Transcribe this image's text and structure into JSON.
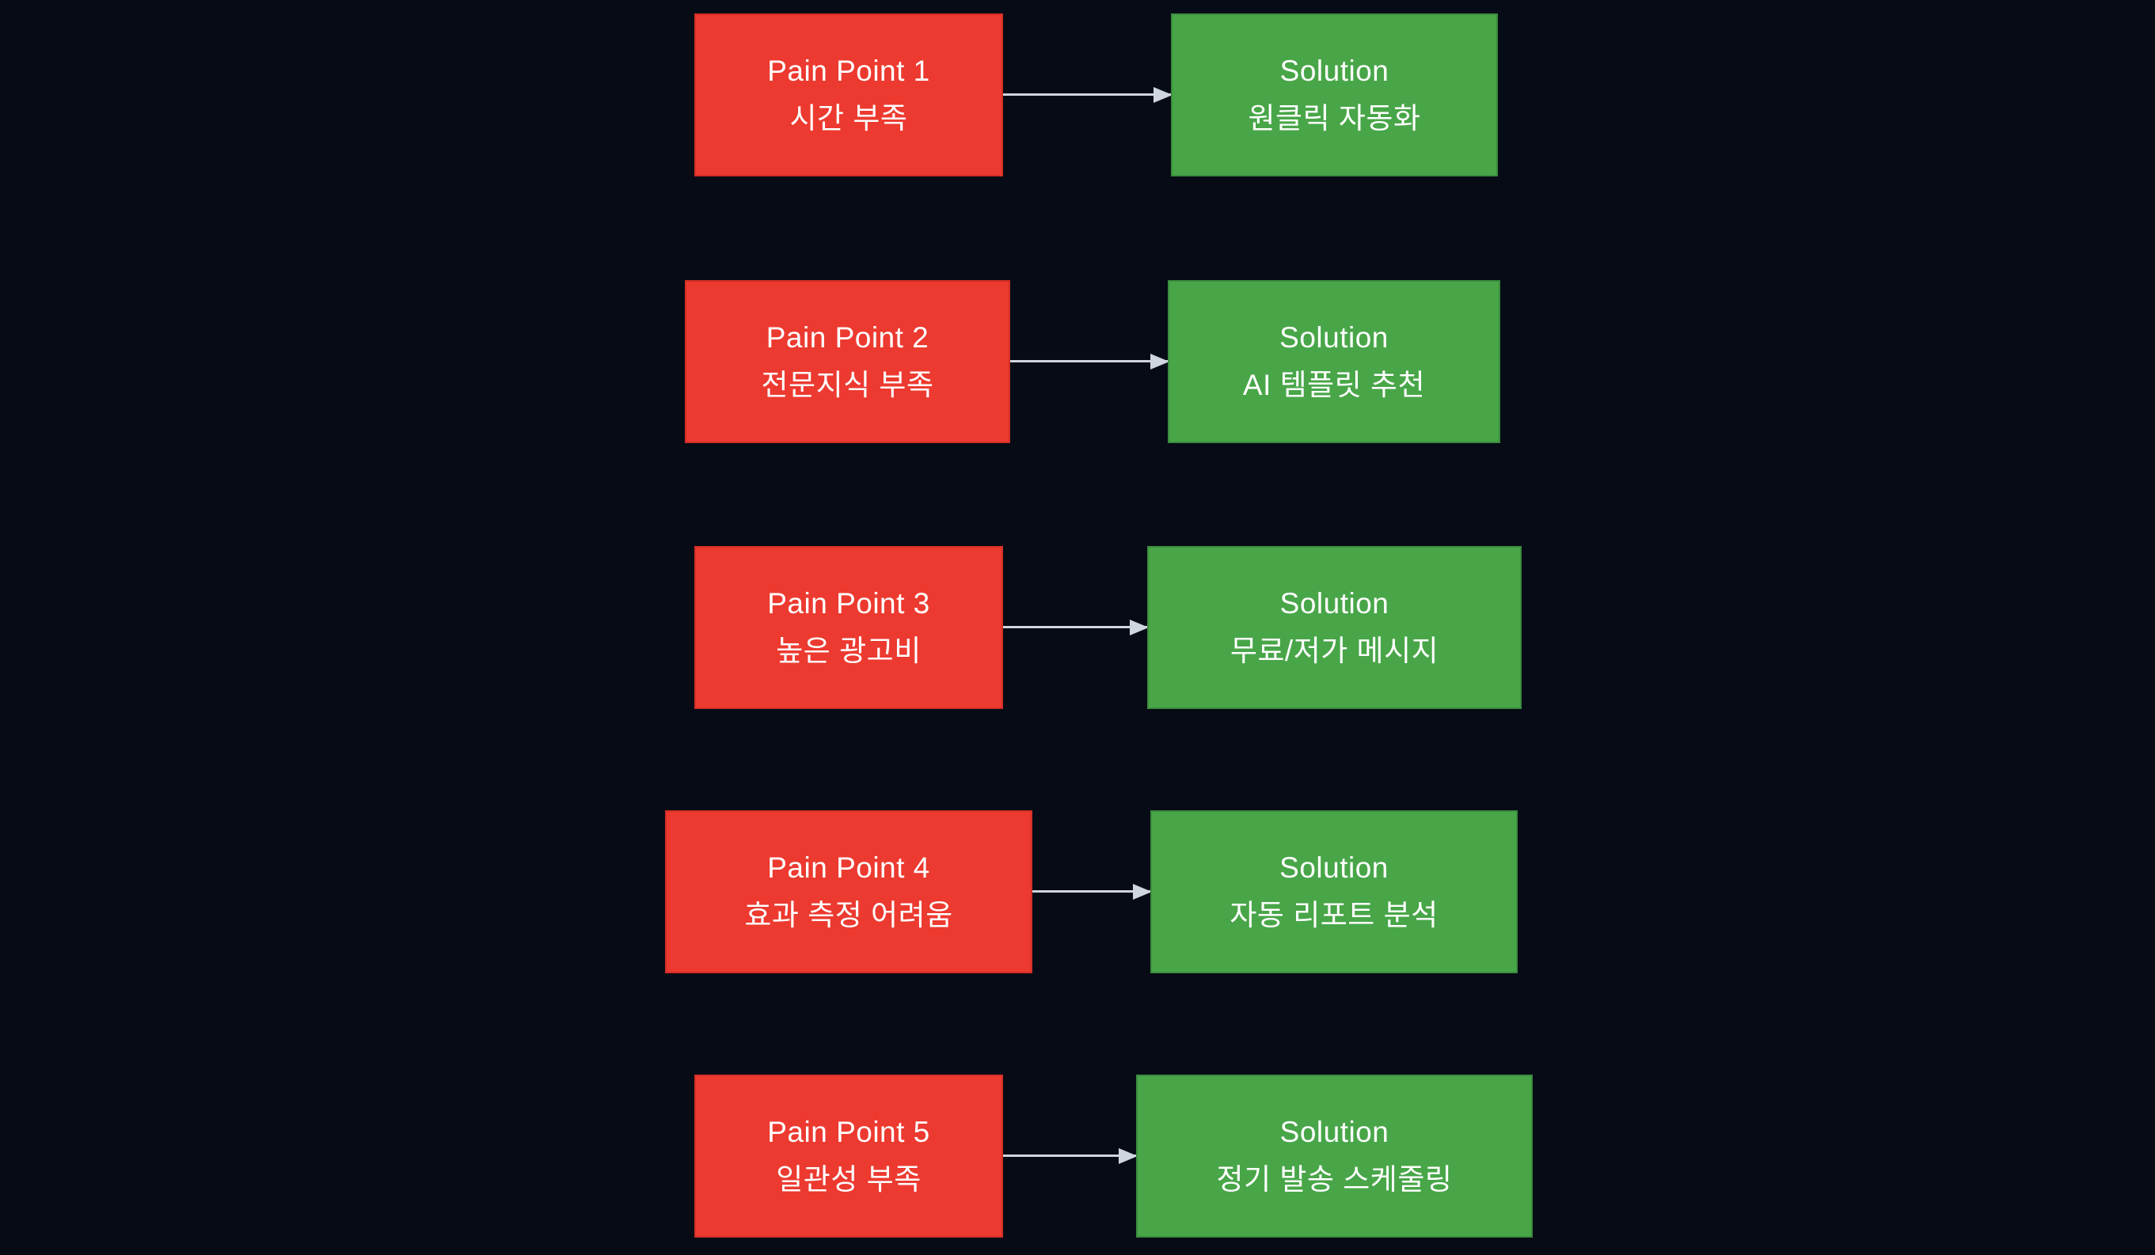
{
  "diagram": {
    "title": "Pain Point to Solution mapping flowchart",
    "colors": {
      "background": "#060b16",
      "pain_box": "#ec3a30",
      "solution_box": "#48a648",
      "arrow": "#cfd6de",
      "text": "#ffffff"
    },
    "rows": [
      {
        "pain": {
          "title": "Pain Point 1",
          "subtitle": "시간 부족"
        },
        "solution": {
          "title": "Solution",
          "subtitle": "원클릭 자동화"
        }
      },
      {
        "pain": {
          "title": "Pain Point 2",
          "subtitle": "전문지식 부족"
        },
        "solution": {
          "title": "Solution",
          "subtitle": "AI 템플릿 추천"
        }
      },
      {
        "pain": {
          "title": "Pain Point 3",
          "subtitle": "높은 광고비"
        },
        "solution": {
          "title": "Solution",
          "subtitle": "무료/저가 메시지"
        }
      },
      {
        "pain": {
          "title": "Pain Point 4",
          "subtitle": "효과 측정 어려움"
        },
        "solution": {
          "title": "Solution",
          "subtitle": "자동 리포트 분석"
        }
      },
      {
        "pain": {
          "title": "Pain Point 5",
          "subtitle": "일관성 부족"
        },
        "solution": {
          "title": "Solution",
          "subtitle": "정기 발송 스케줄링"
        }
      }
    ]
  }
}
